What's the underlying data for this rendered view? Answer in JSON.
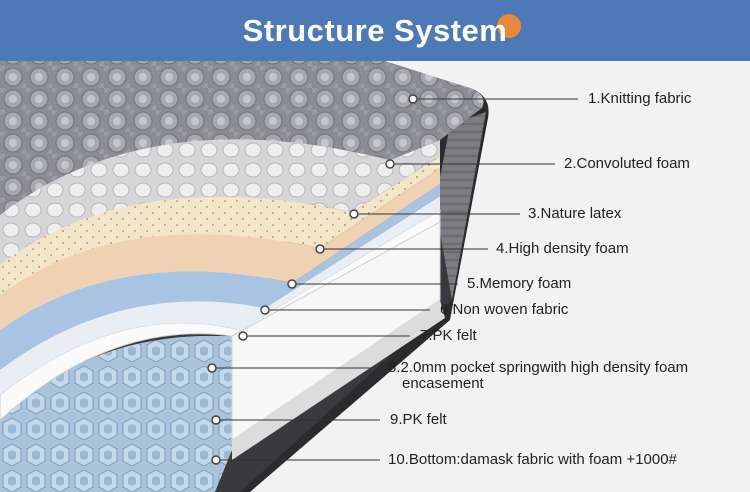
{
  "header": {
    "title": "Structure System"
  },
  "layers": [
    {
      "label": "1.Knitting fabric"
    },
    {
      "label": "2.Convoluted foam"
    },
    {
      "label": "3.Nature latex"
    },
    {
      "label": "4.High density foam"
    },
    {
      "label": "5.Memory foam"
    },
    {
      "label": "6.Non woven fabric"
    },
    {
      "label": "7.PK felt"
    },
    {
      "label": "8.2.0mm pocket springwith high density foam",
      "label_line2": "encasement"
    },
    {
      "label": "9.PK felt"
    },
    {
      "label": "10.Bottom:damask fabric with foam +1000#"
    }
  ],
  "colors": {
    "header_bg": "#4d79b6",
    "title_text": "#ffffff",
    "accent_dot": "#e8893a",
    "background": "#f2f2f2",
    "leader_line": "#333333"
  }
}
